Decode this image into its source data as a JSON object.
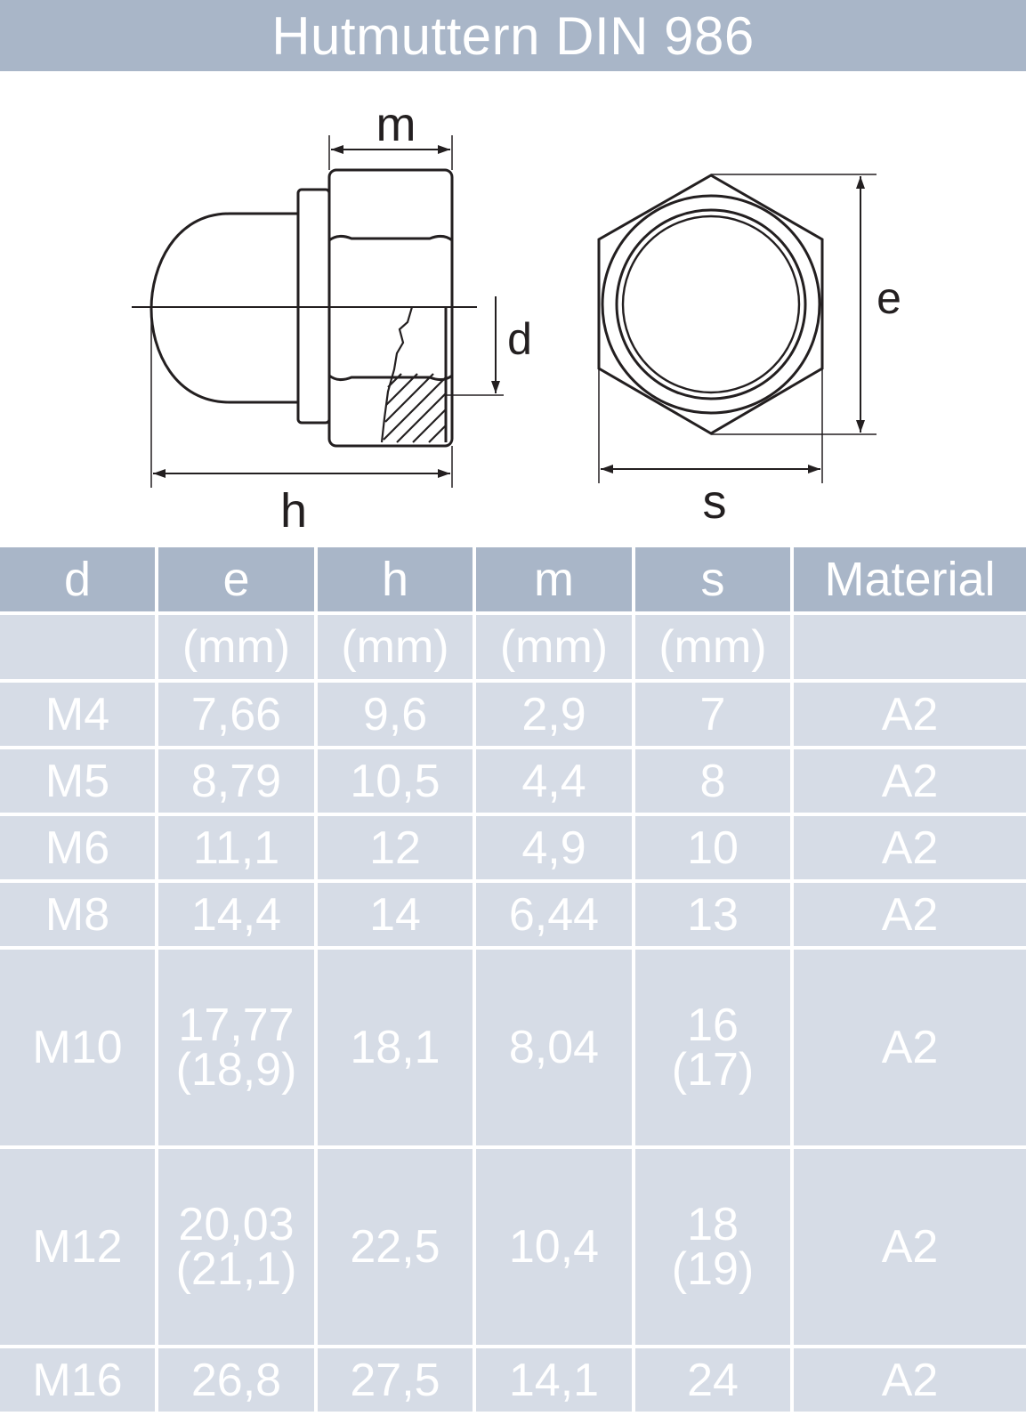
{
  "title": "Hutmuttern DIN 986",
  "drawing": {
    "labels": {
      "m": "m",
      "d": "d",
      "h": "h",
      "e": "e",
      "s": "s"
    }
  },
  "table": {
    "headers": [
      "d",
      "e",
      "h",
      "m",
      "s",
      "Material"
    ],
    "units": [
      "",
      "(mm)",
      "(mm)",
      "(mm)",
      "(mm)",
      ""
    ],
    "rows": [
      [
        "M4",
        "7,66",
        "9,6",
        "2,9",
        "7",
        "A2"
      ],
      [
        "M5",
        "8,79",
        "10,5",
        "4,4",
        "8",
        "A2"
      ],
      [
        "M6",
        "11,1",
        "12",
        "4,9",
        "10",
        "A2"
      ],
      [
        "M8",
        "14,4",
        "14",
        "6,44",
        "13",
        "A2"
      ],
      [
        "M10",
        "17,77\n(18,9)",
        "18,1",
        "8,04",
        "16\n(17)",
        "A2"
      ],
      [
        "M12",
        "20,03\n(21,1)",
        "22,5",
        "10,4",
        "18\n(19)",
        "A2"
      ],
      [
        "M16",
        "26,8",
        "27,5",
        "14,1",
        "24",
        "A2"
      ]
    ]
  },
  "colors": {
    "header_bg": "#a9b6c8",
    "cell_bg": "#d6dce6",
    "text": "#ffffff",
    "line": "#231f20"
  }
}
